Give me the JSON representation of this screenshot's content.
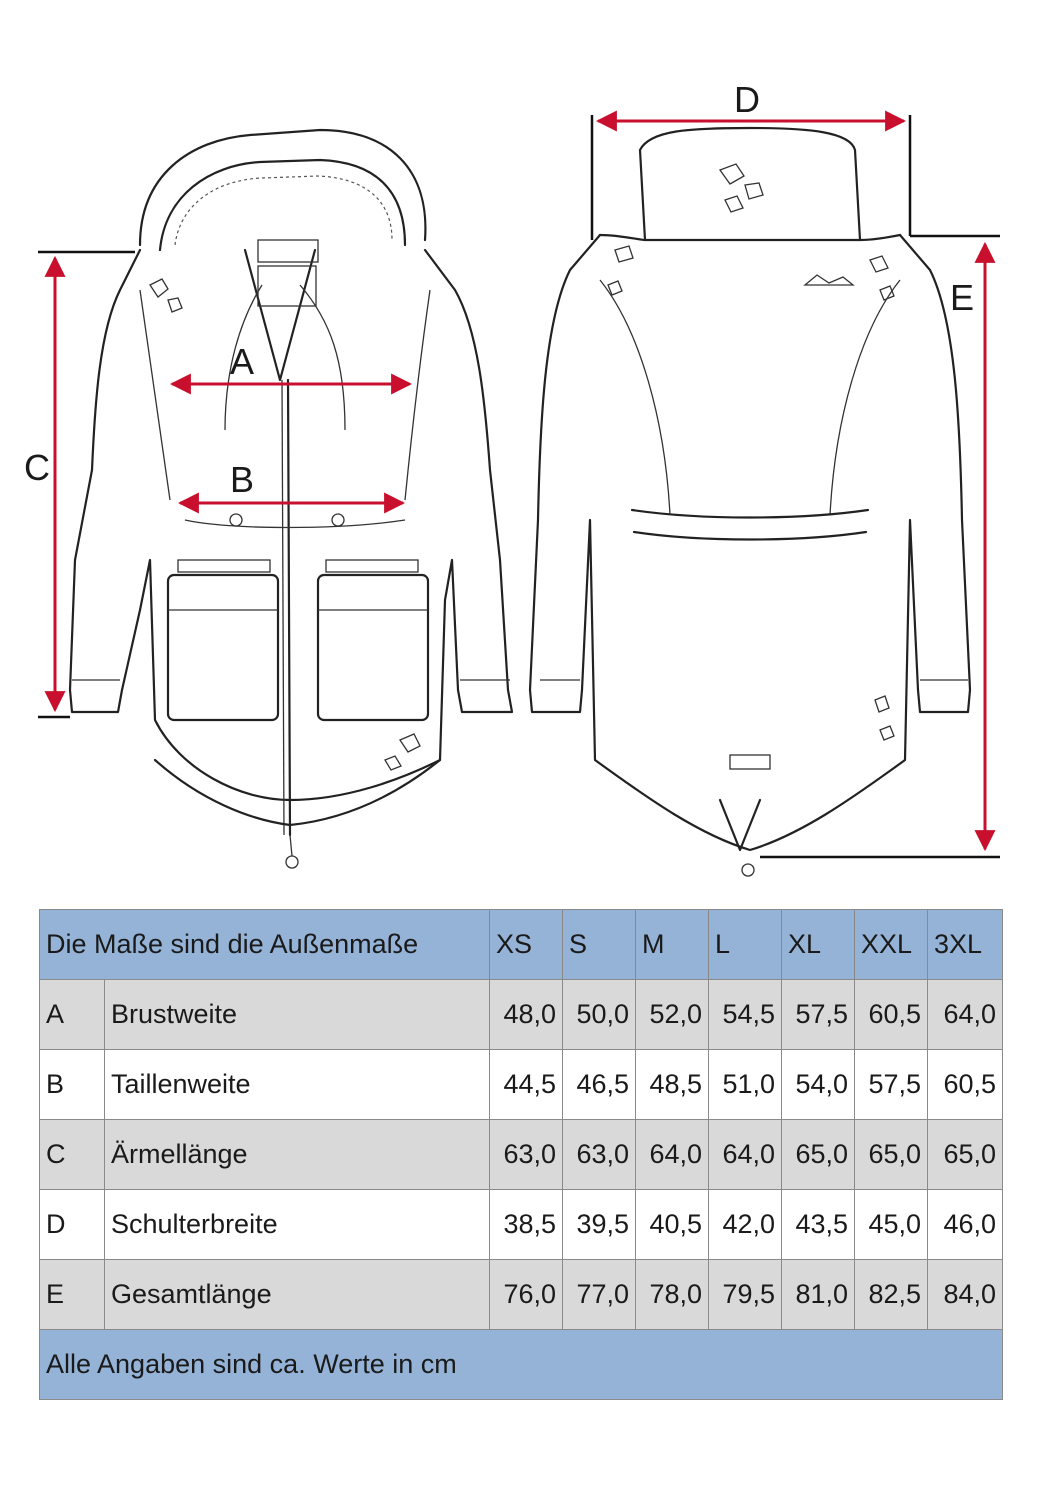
{
  "labels": {
    "a": "A",
    "b": "B",
    "c": "C",
    "d": "D",
    "e": "E"
  },
  "table": {
    "header": "Die Maße sind die Außenmaße",
    "sizes": [
      "XS",
      "S",
      "M",
      "L",
      "XL",
      "XXL",
      "3XL"
    ],
    "rows": [
      {
        "key": "A",
        "name": "Brustweite",
        "values": [
          "48,0",
          "50,0",
          "52,0",
          "54,5",
          "57,5",
          "60,5",
          "64,0"
        ]
      },
      {
        "key": "B",
        "name": "Taillenweite",
        "values": [
          "44,5",
          "46,5",
          "48,5",
          "51,0",
          "54,0",
          "57,5",
          "60,5"
        ]
      },
      {
        "key": "C",
        "name": "Ärmellänge",
        "values": [
          "63,0",
          "63,0",
          "64,0",
          "64,0",
          "65,0",
          "65,0",
          "65,0"
        ]
      },
      {
        "key": "D",
        "name": "Schulterbreite",
        "values": [
          "38,5",
          "39,5",
          "40,5",
          "42,0",
          "43,5",
          "45,0",
          "46,0"
        ]
      },
      {
        "key": "E",
        "name": "Gesamtlänge",
        "values": [
          "76,0",
          "77,0",
          "78,0",
          "79,5",
          "81,0",
          "82,5",
          "84,0"
        ]
      }
    ],
    "footer": "Alle Angaben sind ca. Werte in cm"
  },
  "colors": {
    "header_bg": "#94b3d7",
    "row_grey": "#d9d9d9",
    "arrow": "#c8102e"
  }
}
